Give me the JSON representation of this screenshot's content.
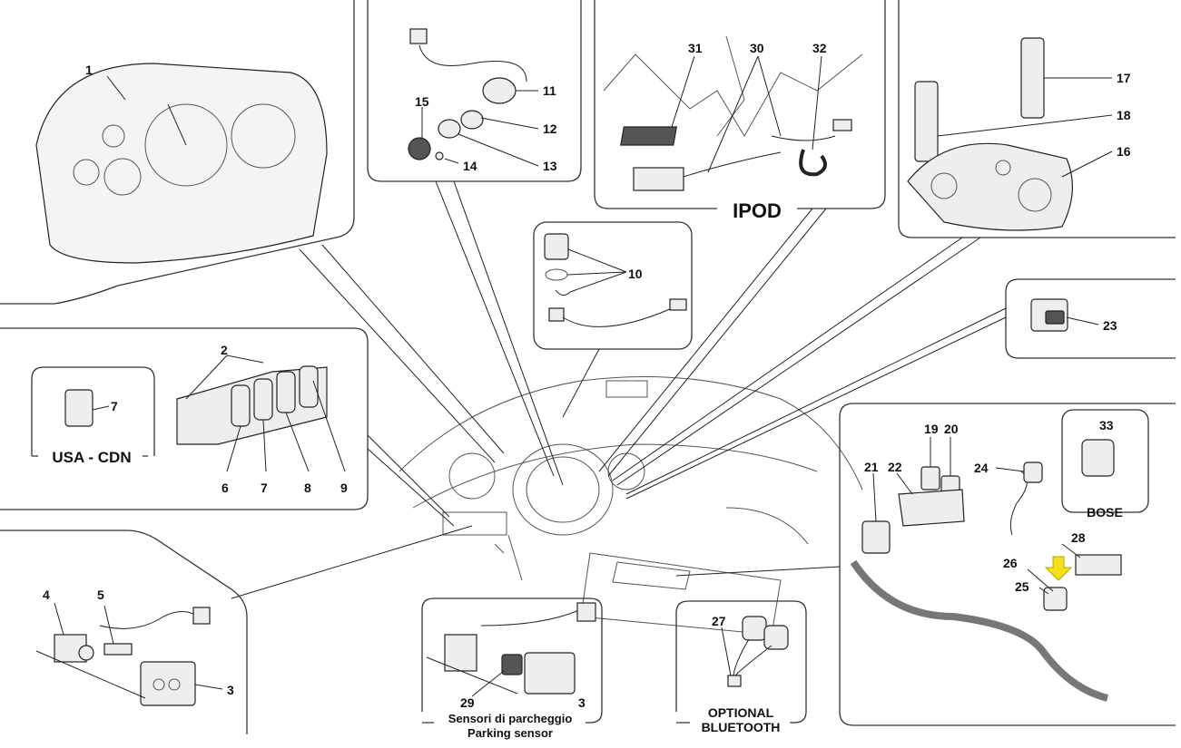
{
  "diagram": {
    "callouts": [
      "1",
      "2",
      "3",
      "4",
      "5",
      "6",
      "7",
      "8",
      "9",
      "10",
      "11",
      "12",
      "13",
      "14",
      "15",
      "16",
      "17",
      "18",
      "19",
      "20",
      "21",
      "22",
      "23",
      "24",
      "25",
      "26",
      "27",
      "28",
      "29",
      "30",
      "31",
      "32",
      "33"
    ],
    "captions": {
      "ipod": "IPOD",
      "usa_cdn": "USA - CDN",
      "bose": "BOSE",
      "parking_it": "Sensori di parcheggio",
      "parking_en": "Parking sensor",
      "bluetooth_1": "OPTIONAL",
      "bluetooth_2": "BLUETOOTH"
    },
    "colors": {
      "highlight_arrow": "#f2e21c",
      "line": "#222222"
    }
  }
}
